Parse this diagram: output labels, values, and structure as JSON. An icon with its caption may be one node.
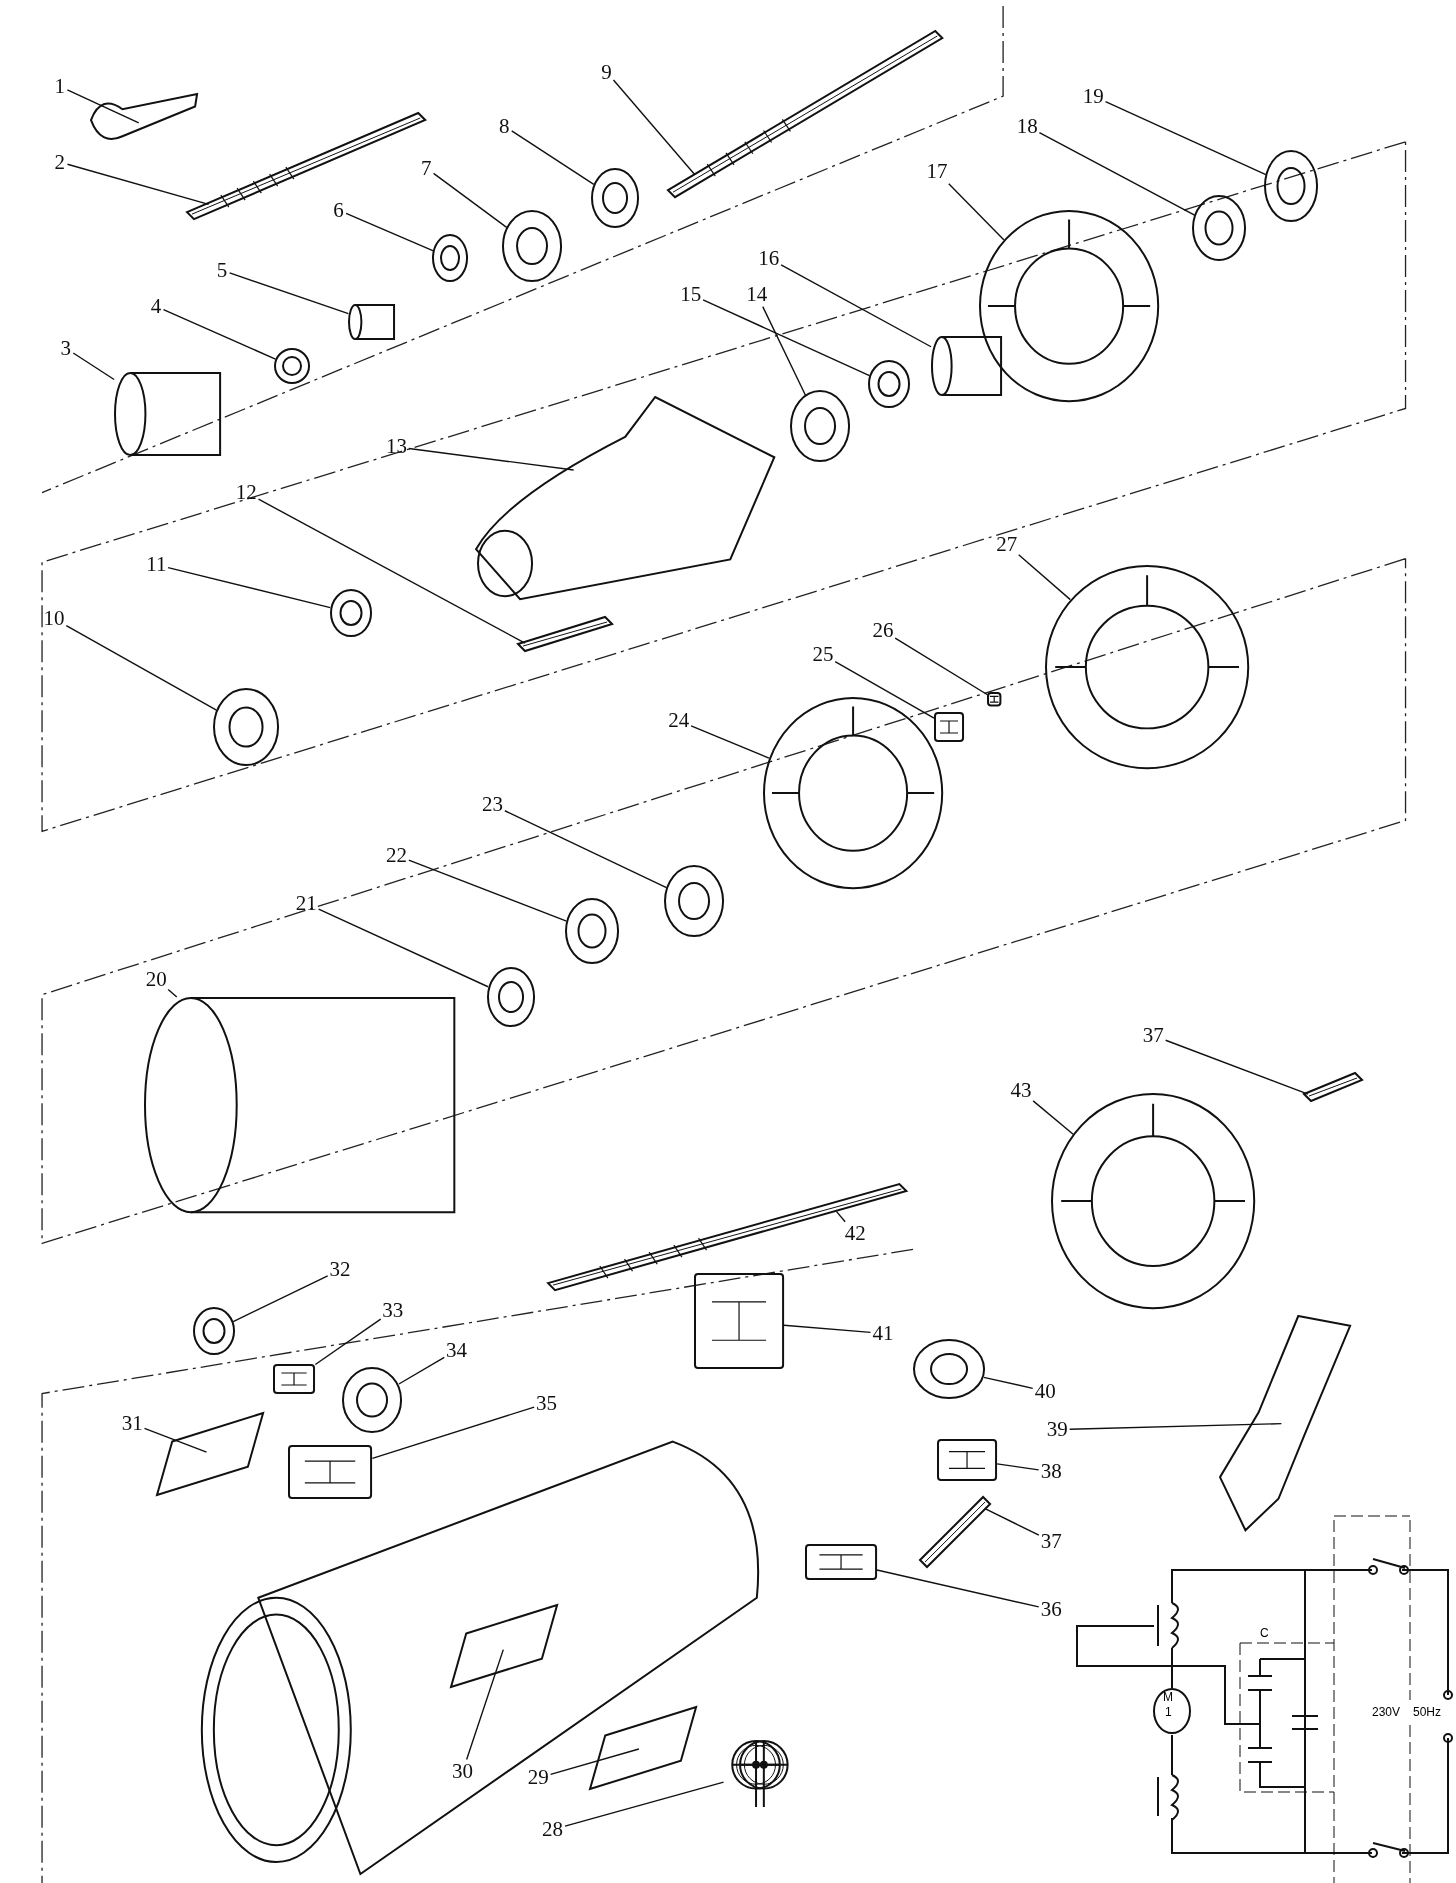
{
  "diagram": {
    "nodes": [
      {
        "text": [
          "1"
        ]
      },
      {
        "text": [
          "2"
        ]
      },
      {
        "text": [
          "3"
        ]
      },
      {
        "text": [
          "4"
        ]
      },
      {
        "text": [
          "5"
        ]
      },
      {
        "text": [
          "6"
        ]
      },
      {
        "text": [
          "7"
        ]
      },
      {
        "text": [
          "8"
        ]
      },
      {
        "text": [
          "9"
        ]
      },
      {
        "text": [
          "10"
        ]
      },
      {
        "text": [
          "11"
        ]
      },
      {
        "text": [
          "12"
        ]
      },
      {
        "text": [
          "13"
        ]
      },
      {
        "text": [
          "14"
        ]
      },
      {
        "text": [
          "15"
        ]
      },
      {
        "text": [
          "16"
        ]
      },
      {
        "text": [
          "17"
        ]
      },
      {
        "text": [
          "18"
        ]
      },
      {
        "text": [
          "19"
        ]
      },
      {
        "text": [
          "20"
        ]
      },
      {
        "text": [
          "21"
        ]
      },
      {
        "text": [
          "22"
        ]
      },
      {
        "text": [
          "23"
        ]
      },
      {
        "text": [
          "24"
        ]
      },
      {
        "text": [
          "25"
        ]
      },
      {
        "text": [
          "26"
        ]
      },
      {
        "text": [
          "27"
        ]
      },
      {
        "text": [
          "28"
        ]
      },
      {
        "text": [
          "29"
        ]
      },
      {
        "text": [
          "30"
        ]
      },
      {
        "text": [
          "31"
        ]
      },
      {
        "text": [
          "32"
        ]
      },
      {
        "text": [
          "33"
        ]
      },
      {
        "text": [
          "34"
        ]
      },
      {
        "text": [
          "35"
        ]
      },
      {
        "text": [
          "36"
        ]
      },
      {
        "text": [
          "37"
        ]
      },
      {
        "text": [
          "37"
        ]
      },
      {
        "text": [
          "38"
        ]
      },
      {
        "text": [
          "39"
        ]
      },
      {
        "text": [
          "40"
        ]
      },
      {
        "text": [
          "41"
        ]
      },
      {
        "text": [
          "42"
        ]
      },
      {
        "text": [
          "43"
        ]
      },
      {
        "text": [],
        "shape": "picture"
      },
      {
        "text": [],
        "shape": "picture"
      },
      {
        "text": [],
        "shape": "picture"
      },
      {
        "text": [],
        "shape": "picture"
      },
      {
        "text": [],
        "shape": "picture"
      },
      {
        "text": [],
        "shape": "picture"
      },
      {
        "text": [],
        "shape": "picture"
      },
      {
        "text": [],
        "shape": "picture"
      },
      {
        "text": [],
        "shape": "picture"
      },
      {
        "text": [],
        "shape": "picture"
      },
      {
        "text": [],
        "shape": "picture"
      },
      {
        "text": [],
        "shape": "picture"
      },
      {
        "text": [],
        "shape": "picture"
      },
      {
        "text": [],
        "shape": "picture"
      },
      {
        "text": [],
        "shape": "picture"
      },
      {
        "text": [],
        "shape": "picture"
      },
      {
        "text": [],
        "shape": "picture"
      },
      {
        "text": [],
        "shape": "picture"
      },
      {
        "text": [],
        "shape": "picture"
      },
      {
        "text": [],
        "shape": "picture"
      },
      {
        "text": [],
        "shape": "picture"
      },
      {
        "text": [],
        "shape": "picture"
      },
      {
        "text": [],
        "shape": "picture"
      },
      {
        "text": [],
        "shape": "picture"
      },
      {
        "text": [],
        "shape": "picture"
      },
      {
        "text": [],
        "shape": "picture"
      },
      {
        "text": [],
        "shape": "picture"
      },
      {
        "text": [],
        "shape": "picture"
      },
      {
        "text": [],
        "shape": "picture"
      },
      {
        "text": [],
        "shape": "picture"
      },
      {
        "text": [],
        "shape": "picture"
      },
      {
        "text": [],
        "shape": "picture"
      },
      {
        "text": [],
        "shape": "picture"
      },
      {
        "text": [],
        "shape": "picture"
      },
      {
        "text": [],
        "shape": "picture"
      },
      {
        "text": [],
        "shape": "picture"
      },
      {
        "text": [],
        "shape": "picture"
      },
      {
        "text": [],
        "shape": "picture"
      },
      {
        "text": [],
        "shape": "picture"
      },
      {
        "text": [],
        "shape": "picture"
      },
      {
        "text": [],
        "shape": "picture"
      },
      {
        "text": [],
        "shape": "picture"
      },
      {
        "text": [],
        "shape": "picture"
      },
      {
        "text": [],
        "shape": "picture"
      }
    ],
    "edges": [
      {
        "from": 0,
        "to": 44,
        "arrow": "none"
      },
      {
        "from": 1,
        "to": 45,
        "arrow": "none"
      },
      {
        "from": 2,
        "to": 46,
        "arrow": "none"
      },
      {
        "from": 3,
        "to": 47,
        "arrow": "none"
      },
      {
        "from": 4,
        "to": 48,
        "arrow": "none"
      },
      {
        "from": 5,
        "to": 49,
        "arrow": "none"
      },
      {
        "from": 6,
        "to": 50,
        "arrow": "none"
      },
      {
        "from": 7,
        "to": 51,
        "arrow": "none"
      },
      {
        "from": 8,
        "to": 52,
        "arrow": "none"
      },
      {
        "from": 9,
        "to": 53,
        "arrow": "none"
      },
      {
        "from": 10,
        "to": 54,
        "arrow": "none"
      },
      {
        "from": 11,
        "to": 55,
        "arrow": "none"
      },
      {
        "from": 12,
        "to": 56,
        "arrow": "none"
      },
      {
        "from": 13,
        "to": 57,
        "arrow": "none"
      },
      {
        "from": 14,
        "to": 58,
        "arrow": "none"
      },
      {
        "from": 15,
        "to": 59,
        "arrow": "none"
      },
      {
        "from": 16,
        "to": 60,
        "arrow": "none"
      },
      {
        "from": 17,
        "to": 61,
        "arrow": "none"
      },
      {
        "from": 18,
        "to": 62,
        "arrow": "none"
      },
      {
        "from": 19,
        "to": 63,
        "arrow": "none"
      },
      {
        "from": 20,
        "to": 64,
        "arrow": "none"
      },
      {
        "from": 21,
        "to": 65,
        "arrow": "none"
      },
      {
        "from": 22,
        "to": 66,
        "arrow": "none"
      },
      {
        "from": 23,
        "to": 67,
        "arrow": "none"
      },
      {
        "from": 24,
        "to": 68,
        "arrow": "none"
      },
      {
        "from": 25,
        "to": 69,
        "arrow": "none"
      },
      {
        "from": 26,
        "to": 70,
        "arrow": "none"
      },
      {
        "from": 27,
        "to": 71,
        "arrow": "none"
      },
      {
        "from": 28,
        "to": 72,
        "arrow": "none"
      },
      {
        "from": 29,
        "to": 73,
        "arrow": "none"
      },
      {
        "from": 30,
        "to": 74,
        "arrow": "none"
      },
      {
        "from": 31,
        "to": 75,
        "arrow": "none"
      },
      {
        "from": 32,
        "to": 76,
        "arrow": "none"
      },
      {
        "from": 33,
        "to": 77,
        "arrow": "none"
      },
      {
        "from": 34,
        "to": 78,
        "arrow": "none"
      },
      {
        "from": 35,
        "to": 79,
        "arrow": "none"
      },
      {
        "from": 36,
        "to": 80,
        "arrow": "none"
      },
      {
        "from": 37,
        "to": 81,
        "arrow": "none"
      },
      {
        "from": 38,
        "to": 82,
        "arrow": "none"
      },
      {
        "from": 39,
        "to": 83,
        "arrow": "none"
      },
      {
        "from": 40,
        "to": 84,
        "arrow": "none"
      },
      {
        "from": 41,
        "to": 85,
        "arrow": "none"
      },
      {
        "from": 42,
        "to": 86,
        "arrow": "none"
      },
      {
        "from": 43,
        "to": 87,
        "arrow": "none"
      }
    ],
    "labels": [
      "C",
      "M",
      "1",
      "230V",
      "50Hz"
    ]
  }
}
